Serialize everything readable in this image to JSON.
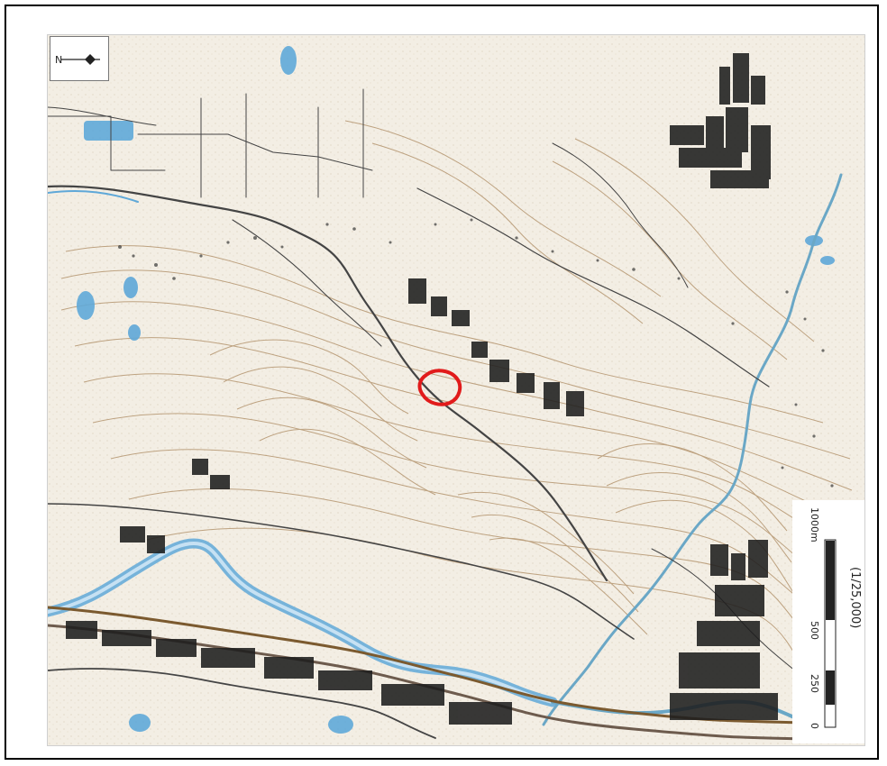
{
  "map": {
    "kind": "topographic-map",
    "colors": {
      "paper": "#f2ede2",
      "contour": "#b89a76",
      "water": "#5fa8d8",
      "road": "#444444",
      "building": "#1e1e1e",
      "marker": "#e11b1b"
    }
  },
  "compass": {
    "icon": "north-arrow-icon",
    "label": "N"
  },
  "scale": {
    "ticks": [
      "1000m",
      "500",
      "250",
      "0"
    ],
    "ratio": "(1/25,000)"
  },
  "marker": {
    "icon": "site-location-icon"
  }
}
